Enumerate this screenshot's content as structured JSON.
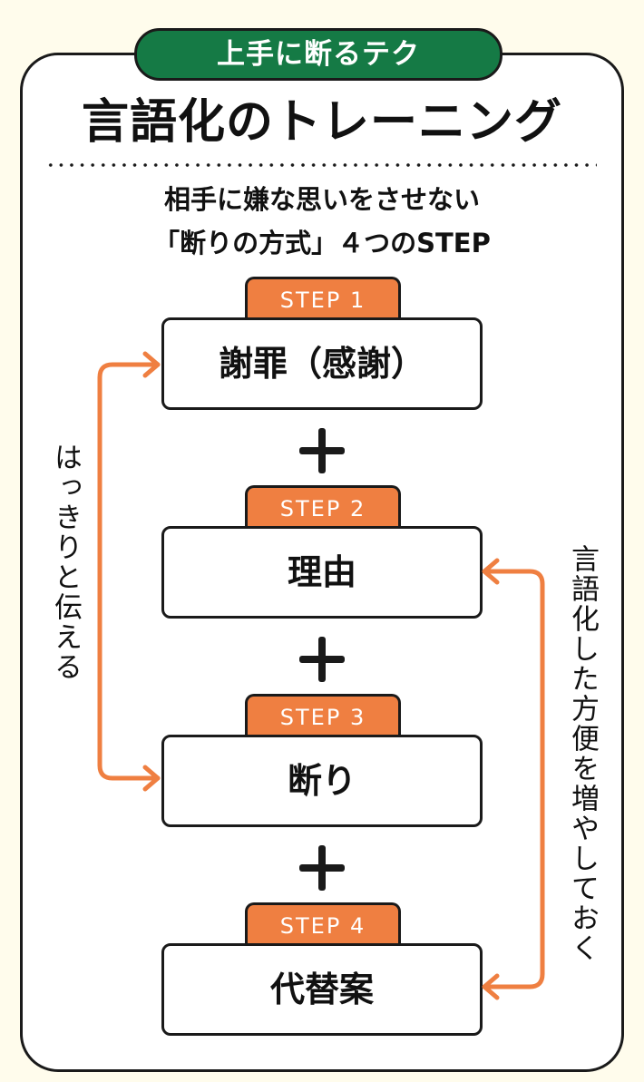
{
  "header": {
    "badge": "上手に断るテク",
    "title": "言語化のトレーニング",
    "subtitle_line1": "相手に嫌な思いをさせない",
    "subtitle_line2": "「断りの方式」４つのSTEP"
  },
  "steps": [
    {
      "tab": "STEP 1",
      "label": "謝罪（感謝）"
    },
    {
      "tab": "STEP 2",
      "label": "理由"
    },
    {
      "tab": "STEP 3",
      "label": "断り"
    },
    {
      "tab": "STEP 4",
      "label": "代替案"
    }
  ],
  "connector": "＋",
  "side_notes": {
    "left": "はっきりと伝える",
    "left_links": [
      "STEP 1",
      "STEP 3"
    ],
    "right": "言語化した方便を増やしておく",
    "right_links": [
      "STEP 2",
      "STEP 4"
    ]
  },
  "colors": {
    "background": "#fffcec",
    "badge_green": "#157a45",
    "step_orange": "#ef7f41",
    "arrow_orange": "#ef7f41",
    "ink": "#1a1a1a"
  }
}
